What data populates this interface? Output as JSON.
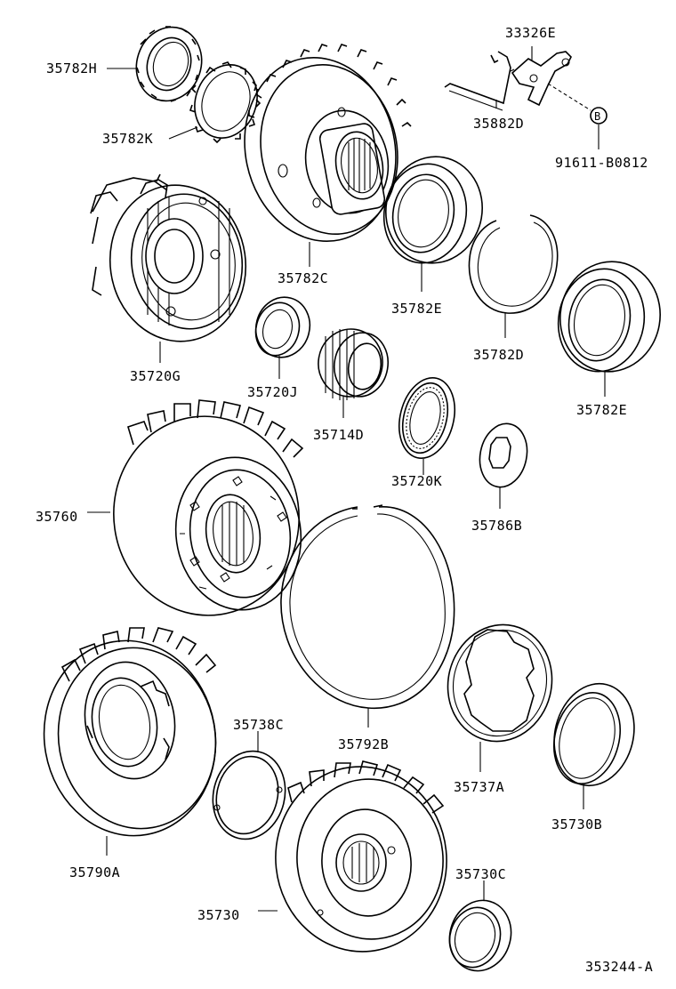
{
  "diagram": {
    "parts": [
      {
        "id": "35782H",
        "label": "35782H"
      },
      {
        "id": "35782K",
        "label": "35782K"
      },
      {
        "id": "33326E",
        "label": "33326E"
      },
      {
        "id": "35882D",
        "label": "35882D"
      },
      {
        "id": "91611-B0812",
        "label": "91611-B0812"
      },
      {
        "id": "35782C",
        "label": "35782C"
      },
      {
        "id": "35720G",
        "label": "35720G"
      },
      {
        "id": "35782E-a",
        "label": "35782E"
      },
      {
        "id": "35720J",
        "label": "35720J"
      },
      {
        "id": "35782D",
        "label": "35782D"
      },
      {
        "id": "35782E-b",
        "label": "35782E"
      },
      {
        "id": "35714D",
        "label": "35714D"
      },
      {
        "id": "35720K",
        "label": "35720K"
      },
      {
        "id": "35786B",
        "label": "35786B"
      },
      {
        "id": "35760",
        "label": "35760"
      },
      {
        "id": "35738C",
        "label": "35738C"
      },
      {
        "id": "35792B",
        "label": "35792B"
      },
      {
        "id": "35737A",
        "label": "35737A"
      },
      {
        "id": "35790A",
        "label": "35790A"
      },
      {
        "id": "35730B",
        "label": "35730B"
      },
      {
        "id": "35730C",
        "label": "35730C"
      },
      {
        "id": "35730",
        "label": "35730"
      }
    ],
    "callout_letter": "B",
    "figure_code": "353244-A"
  }
}
